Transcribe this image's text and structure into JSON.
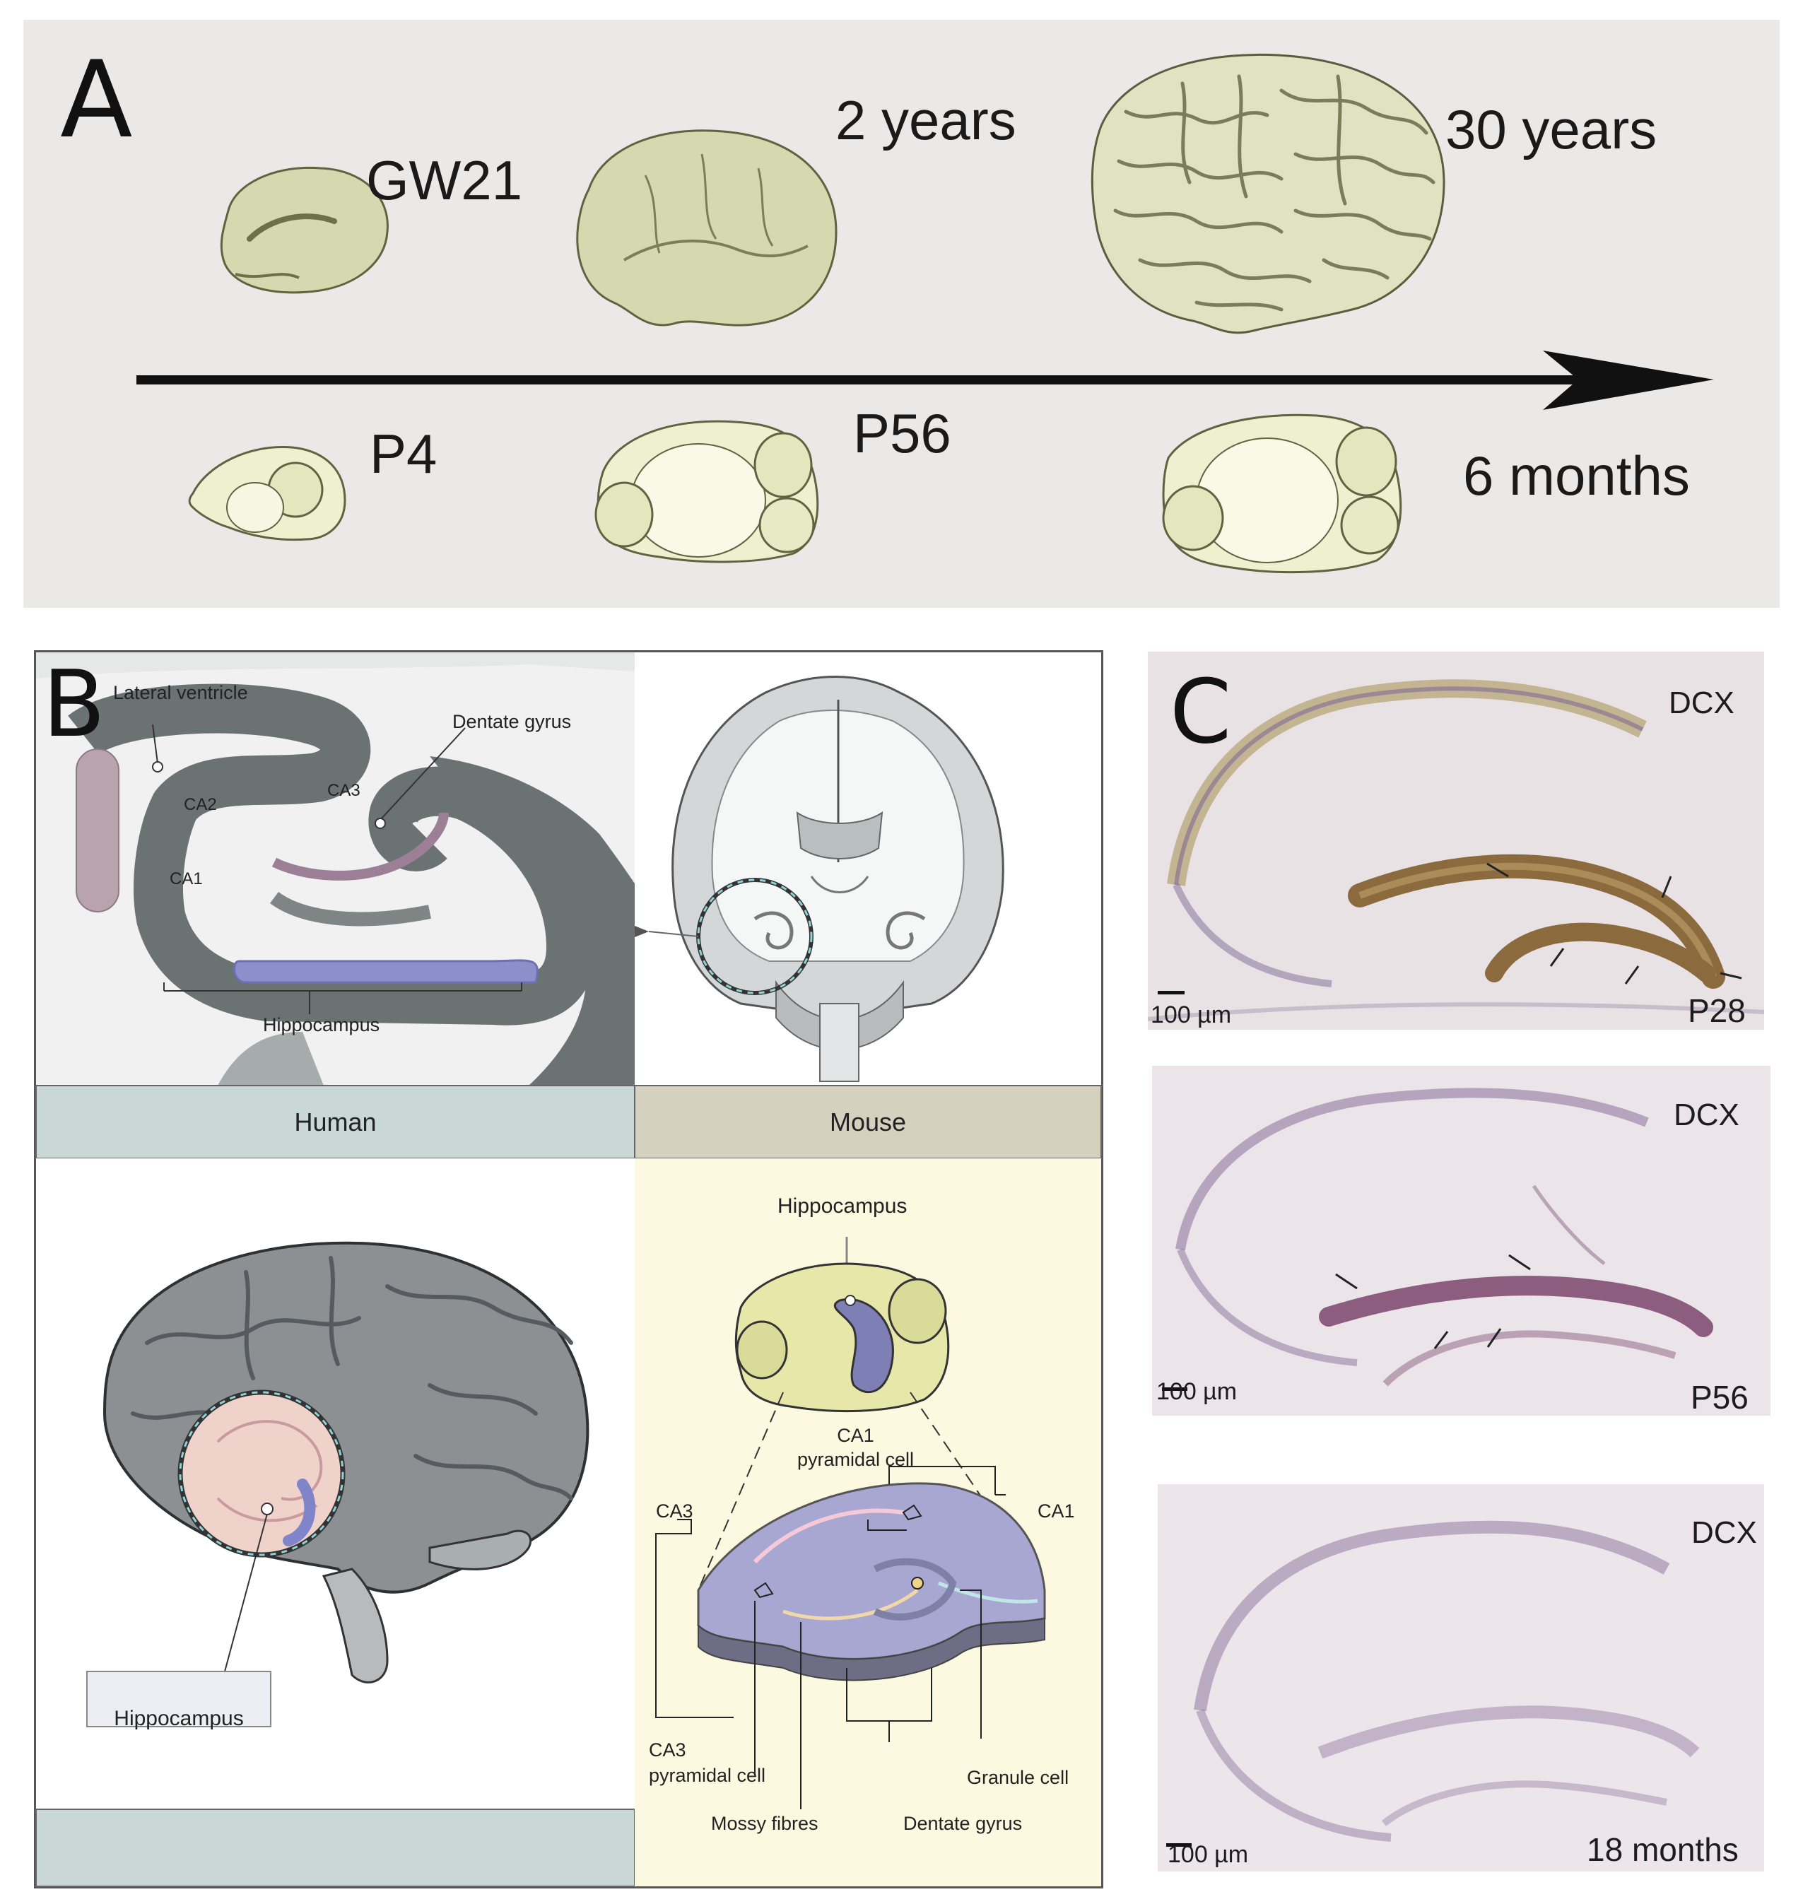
{
  "panel_a": {
    "letter": "A",
    "human_ages": [
      "GW21",
      "2 years",
      "30 years"
    ],
    "mouse_ages": [
      "P4",
      "P56",
      "6 months"
    ]
  },
  "panel_b": {
    "letter": "B",
    "human_section_labels": {
      "lateral_ventricle": "Lateral ventricle",
      "dentate_gyrus": "Dentate gyrus",
      "ca1": "CA1",
      "ca2": "CA2",
      "ca3": "CA3",
      "hippocampus": "Hippocampus"
    },
    "band_human": "Human",
    "band_mouse": "Mouse",
    "human_brain_callout": "Hippocampus",
    "mouse_labels": {
      "hippocampus": "Hippocampus",
      "ca1_pyramidal": "CA1\npyramidal cell",
      "ca1": "CA1",
      "ca3": "CA3",
      "ca3_pyramidal": "CA3\npyramidal cell",
      "granule_cell": "Granule cell",
      "mossy_fibres": "Mossy fibres",
      "dentate_gyrus": "Dentate gyrus"
    }
  },
  "panel_c": {
    "letter": "C",
    "images": [
      {
        "stain": "DCX",
        "age": "P28",
        "scale": "100 µm"
      },
      {
        "stain": "DCX",
        "age": "P56",
        "scale": "100 µm"
      },
      {
        "stain": "DCX",
        "age": "18 months",
        "scale": "100 µm"
      }
    ]
  },
  "colors": {
    "panel_a_bg": "#ebe8e8",
    "human_brain_fill": "#d6d9b0",
    "mouse_brain_fill": "#eef0cf",
    "band_human": "#c9d8d5",
    "band_mouse": "#d6d0bf",
    "mouse_panel_bg": "#fdf9e0",
    "dcx_stain": "#8b6a3e",
    "nissl_stain": "#7d5f8f"
  }
}
